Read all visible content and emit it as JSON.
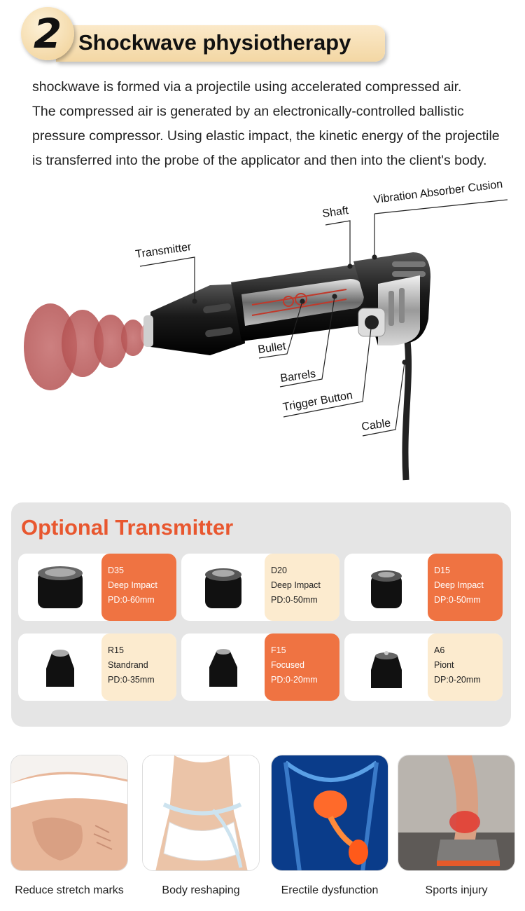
{
  "header": {
    "number": "2",
    "title": "Shockwave physiotherapy"
  },
  "description": {
    "lines": [
      "shockwave is formed via a projectile using accelerated compressed air.",
      "The compressed air is generated by an electronically-controlled ballistic",
      "pressure compressor. Using elastic impact, the kinetic energy of the projectile",
      "is transferred into the probe of the applicator and then into the client's body."
    ]
  },
  "diagram": {
    "labels": {
      "transmitter": "Transmitter",
      "shaft": "Shaft",
      "vibration_absorber": "Vibration Absorber Cusion",
      "bullet": "Bullet",
      "barrels": "Barrels",
      "trigger_button": "Trigger Button",
      "cable": "Cable"
    }
  },
  "optional_transmitter": {
    "title": "Optional Transmitter",
    "cards": [
      {
        "name": "D35",
        "type": "Deep Impact",
        "range": "PD:0-60mm",
        "style": "orange"
      },
      {
        "name": "D20",
        "type": "Deep Impact",
        "range": "PD:0-50mm",
        "style": "cream"
      },
      {
        "name": "D15",
        "type": "Deep Impact",
        "range": "DP:0-50mm",
        "style": "orange"
      },
      {
        "name": "R15",
        "type": "Standrand",
        "range": "PD:0-35mm",
        "style": "cream"
      },
      {
        "name": "F15",
        "type": "Focused",
        "range": "PD:0-20mm",
        "style": "orange"
      },
      {
        "name": "A6",
        "type": "Piont",
        "range": "DP:0-20mm",
        "style": "cream"
      }
    ]
  },
  "applications": [
    {
      "label": "Reduce stretch marks"
    },
    {
      "label": "Body reshaping"
    },
    {
      "label": "Erectile dysfunction"
    },
    {
      "label": "Sports injury"
    }
  ],
  "colors": {
    "accent": "#e8572f",
    "card_orange": "#ef7342",
    "card_cream": "#fcebcf",
    "panel_bg": "#e5e5e5",
    "banner": "#f3d7a4"
  }
}
